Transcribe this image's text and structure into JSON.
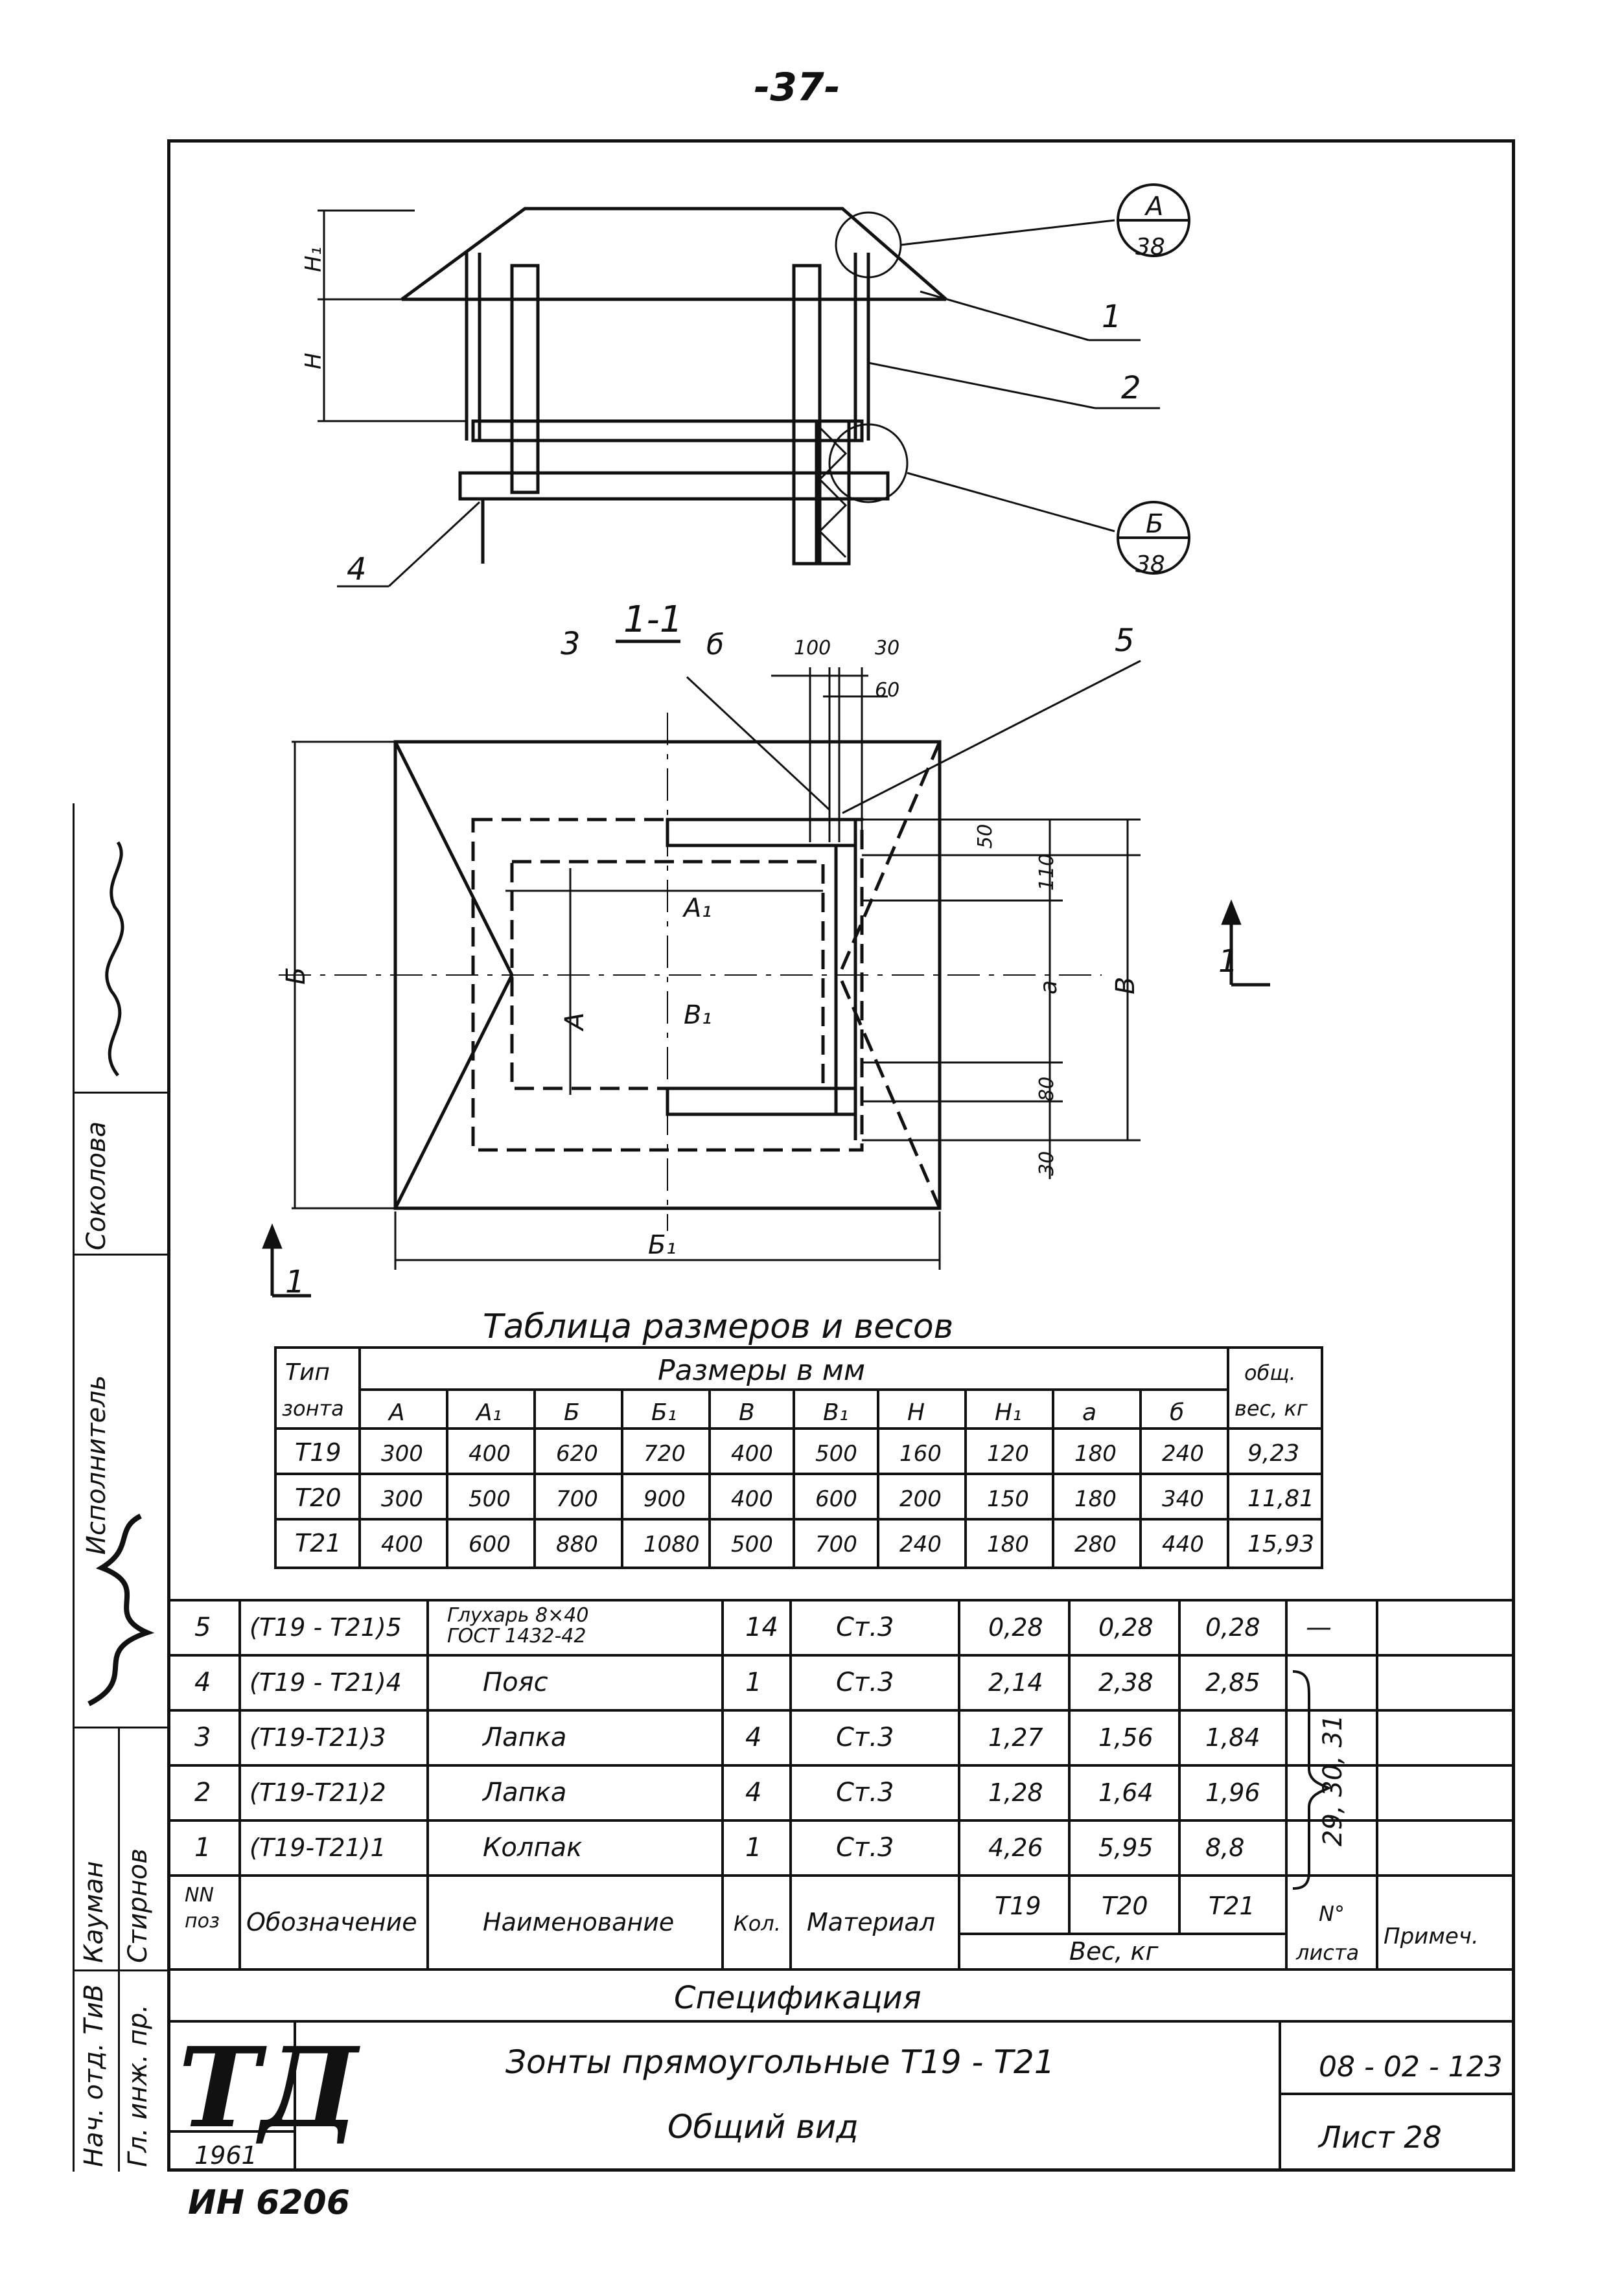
{
  "page_number": "-37-",
  "drawing": {
    "section_label": "1-1",
    "view_marker": "1",
    "callouts": [
      {
        "letter": "А",
        "sheet": "38"
      },
      {
        "letter": "Б",
        "sheet": "38"
      }
    ],
    "leader_numbers": [
      "1",
      "2",
      "3",
      "4",
      "5"
    ],
    "dims_section": [
      "H₁",
      "H"
    ],
    "dims_plan_top": [
      "б",
      "100",
      "30",
      "60"
    ],
    "dims_plan": [
      "Б",
      "Б₁",
      "А",
      "А₁",
      "В₁",
      "50",
      "110",
      "а",
      "В",
      "80",
      "30"
    ]
  },
  "size_table": {
    "title": "Таблица размеров и весов",
    "type_header": [
      "Тип",
      "зонта"
    ],
    "sizes_header": "Размеры в мм",
    "weight_header": [
      "общ.",
      "вес, кг"
    ],
    "columns": [
      "А",
      "А₁",
      "Б",
      "Б₁",
      "В",
      "В₁",
      "Н",
      "Н₁",
      "а",
      "б"
    ],
    "rows": [
      {
        "type": "Т19",
        "values": [
          "300",
          "400",
          "620",
          "720",
          "400",
          "500",
          "160",
          "120",
          "180",
          "240"
        ],
        "weight": "9,23"
      },
      {
        "type": "Т20",
        "values": [
          "300",
          "500",
          "700",
          "900",
          "400",
          "600",
          "200",
          "150",
          "180",
          "340"
        ],
        "weight": "11,81"
      },
      {
        "type": "Т21",
        "values": [
          "400",
          "600",
          "880",
          "1080",
          "500",
          "700",
          "240",
          "180",
          "280",
          "440"
        ],
        "weight": "15,93"
      }
    ]
  },
  "spec": {
    "rows": [
      {
        "pos": "5",
        "designation": "(Т19 - Т21)5",
        "name": "Глухарь 8×40 ГОСТ 1432-42",
        "qty": "14",
        "material": "Ст.3",
        "w19": "0,28",
        "w20": "0,28",
        "w21": "0,28",
        "sheet": "—",
        "note": ""
      },
      {
        "pos": "4",
        "designation": "(Т19 - Т21)4",
        "name": "Пояс",
        "qty": "1",
        "material": "Ст.3",
        "w19": "2,14",
        "w20": "2,38",
        "w21": "2,85",
        "sheet": "",
        "note": ""
      },
      {
        "pos": "3",
        "designation": "(Т19-Т21)3",
        "name": "Лапка",
        "qty": "4",
        "material": "Ст.3",
        "w19": "1,27",
        "w20": "1,56",
        "w21": "1,84",
        "sheet": "",
        "note": ""
      },
      {
        "pos": "2",
        "designation": "(Т19-Т21)2",
        "name": "Лапка",
        "qty": "4",
        "material": "Ст.3",
        "w19": "1,28",
        "w20": "1,64",
        "w21": "1,96",
        "sheet": "",
        "note": ""
      },
      {
        "pos": "1",
        "designation": "(Т19-Т21)1",
        "name": "Колпак",
        "qty": "1",
        "material": "Ст.3",
        "w19": "4,26",
        "w20": "5,95",
        "w21": "8,8",
        "sheet": "",
        "note": ""
      }
    ],
    "sheets_brace": "29, 30, 31",
    "header": {
      "pos": [
        "NN",
        "поз"
      ],
      "designation": "Обозначение",
      "name": "Наименование",
      "qty": "Кол.",
      "material": "Материал",
      "types": [
        "Т19",
        "Т20",
        "Т21"
      ],
      "weight": "Вес, кг",
      "sheet": [
        "N°",
        "листа"
      ],
      "note": "Примеч."
    },
    "title": "Спецификация"
  },
  "title_block": {
    "logo": "ТД",
    "year": "1961",
    "title_line1": "Зонты   прямоугольные  Т19 - Т21",
    "title_line2": "Общий   вид",
    "doc_number": "08 - 02 - 123",
    "sheet": "Лист  28"
  },
  "sidebar": {
    "roles": [
      "Исполнитель",
      "Кауман",
      "Стирнов",
      "Нач. отд. ТиВ",
      "Гл. инж. пр."
    ],
    "names": [
      "Соколова"
    ],
    "signatures": [
      "signature-1",
      "signature-2"
    ]
  },
  "footnote": "ИН 6206"
}
